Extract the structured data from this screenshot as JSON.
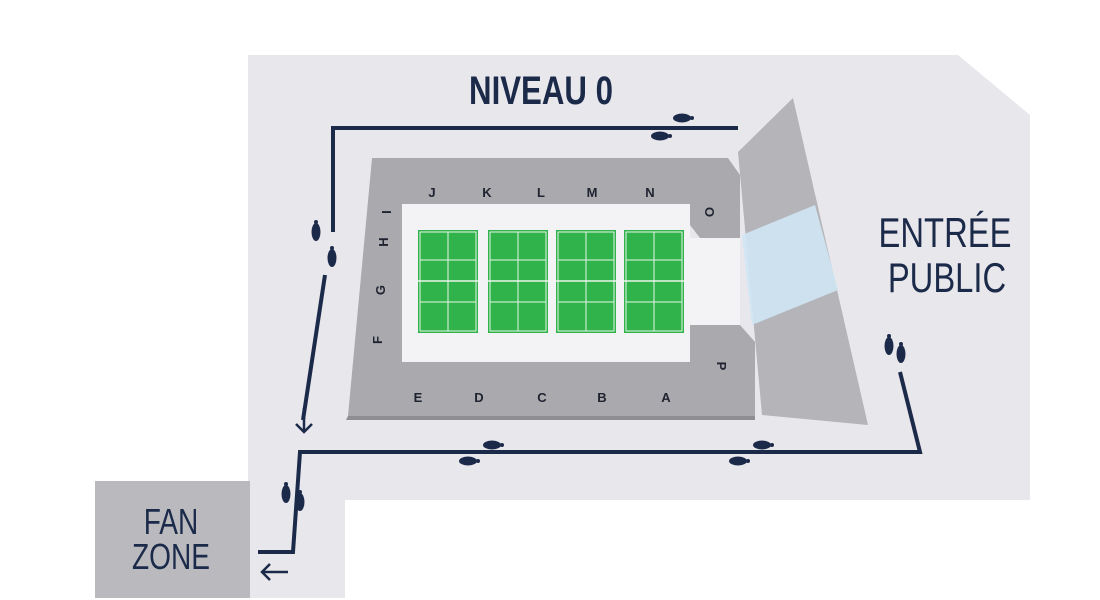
{
  "title": "NIVEAU 0",
  "entrance": {
    "line1": "ENTRÉE",
    "line2": "PUBLIC"
  },
  "fan_zone": {
    "line1": "FAN",
    "line2": "ZONE"
  },
  "sections_top": [
    "J",
    "K",
    "L",
    "M",
    "N"
  ],
  "section_o": "O",
  "sections_left": [
    "I",
    "H",
    "G",
    "F"
  ],
  "sections_bottom": [
    "E",
    "D",
    "C",
    "B",
    "A"
  ],
  "section_p": "P",
  "courts": 4,
  "colors": {
    "navy": "#1c2a4a",
    "floor": "#e8e7ec",
    "stand": "#a9a9ae",
    "court": "#2fb34a",
    "glass": "#cfe6f5"
  },
  "icons": [
    "footsteps-icon",
    "arrow-down-icon",
    "arrow-left-icon"
  ]
}
